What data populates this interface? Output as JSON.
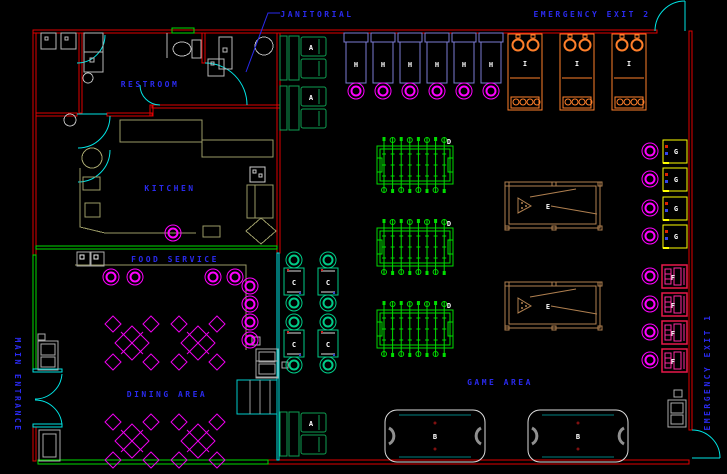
{
  "drawing": {
    "room_labels": {
      "janitorial": "JANITORIAL",
      "emergency_exit_2": "EMERGENCY EXIT 2",
      "restroom": "RESTROOM",
      "kitchen": "KITCHEN",
      "food_service": "FOOD SERVICE",
      "dining_area": "DINING AREA",
      "main_entrance": "MAIN ENTRANCE",
      "game_area": "GAME AREA",
      "emergency_exit_1": "EMERGENCY EXIT 1"
    },
    "equipment_groups": [
      {
        "id": "booths",
        "letter": "A",
        "count": 3,
        "color": "#0e9e52"
      },
      {
        "id": "air-hockey-tables",
        "letter": "B",
        "count": 2,
        "color": "#dddddd"
      },
      {
        "id": "cafe-tables",
        "letter": "C",
        "count": 4,
        "color": "#00cc88"
      },
      {
        "id": "foosball-tables",
        "letter": "D",
        "count": 3,
        "color": "#00dd00"
      },
      {
        "id": "pool-tables",
        "letter": "E",
        "count": 2,
        "color": "#b08050"
      },
      {
        "id": "slot-machines",
        "letter": "F",
        "count": 4,
        "color": "#e8184a"
      },
      {
        "id": "counter-games",
        "letter": "G",
        "count": 4,
        "color": "#ffff00"
      },
      {
        "id": "arcade-cabinets",
        "letter": "H",
        "count": 6,
        "color": "#7d7dd4"
      },
      {
        "id": "prize-games",
        "letter": "I",
        "count": 3,
        "color": "#ff7f2a"
      }
    ],
    "colors": {
      "background": "#000000",
      "wall": "#e00000",
      "door": "#00e5e5",
      "green_wall": "#00dd00",
      "label_text": "#2a2aee",
      "letter_text": "#ffffff",
      "stool": "#ff00ff",
      "fixture": "#b8b8b8",
      "counter": "#9a9a66",
      "dining": "#ee00ee",
      "accent_pink": "#ff2aa0",
      "air_hockey_line": "#007f7f",
      "goal_gray": "#909090"
    }
  }
}
